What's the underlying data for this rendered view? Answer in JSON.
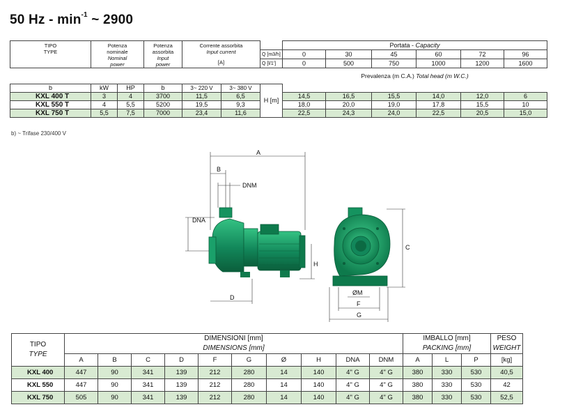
{
  "title": {
    "main": "50 Hz - min",
    "sup": "-1",
    "tail": " ~ 2900"
  },
  "perf_table": {
    "tipo": "TIPO",
    "type": "TYPE",
    "potenza_nominale": [
      "Potenza",
      "nominale"
    ],
    "nominal_power": [
      "Nominal",
      "power"
    ],
    "potenza_assorbita": [
      "Potenza",
      "assorbita"
    ],
    "input_power": [
      "Input",
      "power"
    ],
    "corrente": "Corrente assorbita",
    "input_current": "Input current",
    "amp_unit": "[A]",
    "portata": "Portata - ",
    "capacity": "Capacity",
    "q_m3h_label": "Q [m3/h]",
    "q_ls_label": "Q [l/1']",
    "q_m3h": [
      "0",
      "30",
      "45",
      "60",
      "72",
      "96"
    ],
    "q_ls": [
      "0",
      "500",
      "750",
      "1000",
      "1200",
      "1600"
    ],
    "prevalenza": "Prevalenza (m C.A.) ",
    "total_head": "Total head (m W.C.)",
    "units": {
      "b1": "b",
      "kw": "kW",
      "hp": "HP",
      "b2": "b",
      "v220": "3~ 220 V",
      "v380": "3~ 380 V"
    },
    "h_label": "H [m]",
    "rows": [
      {
        "model": "KXL 400 T",
        "kw": "3",
        "hp": "4",
        "power": "3700",
        "i220": "11,5",
        "i380": "6,5",
        "head": [
          "14,5",
          "16,5",
          "15,5",
          "14,0",
          "12,0",
          "6"
        ]
      },
      {
        "model": "KXL 550 T",
        "kw": "4",
        "hp": "5,5",
        "power": "5200",
        "i220": "19,5",
        "i380": "9,3",
        "head": [
          "18,0",
          "20,0",
          "19,0",
          "17,8",
          "15,5",
          "10"
        ]
      },
      {
        "model": "KXL 750 T",
        "kw": "5,5",
        "hp": "7,5",
        "power": "7000",
        "i220": "23,4",
        "i380": "11,6",
        "head": [
          "22,5",
          "24,3",
          "24,0",
          "22,5",
          "20,5",
          "15,0"
        ]
      }
    ],
    "note": "b) ~ Trifase 230/400 V"
  },
  "drawing_labels": {
    "A": "A",
    "B": "B",
    "DNM": "DNM",
    "DNA": "DNA",
    "H": "H",
    "D": "D",
    "C": "C",
    "OM": "ØM",
    "F": "F",
    "G": "G"
  },
  "colors": {
    "pump_green": "#1aa06a",
    "pump_dark": "#0c6a43",
    "band": "#d8ead2"
  },
  "dim_table": {
    "tipo": "TIPO",
    "type": "TYPE",
    "dim_it": "DIMENSIONI [mm]",
    "dim_en": "DIMENSIONS [mm]",
    "imb_it": "IMBALLO [mm]",
    "imb_en": "PACKING [mm]",
    "peso_it": "PESO",
    "peso_en": "WEIGHT",
    "columns": [
      "A",
      "B",
      "C",
      "D",
      "F",
      "G",
      "Ø",
      "H",
      "DNA",
      "DNM",
      "A",
      "L",
      "P",
      "[kg]"
    ],
    "rows": [
      {
        "model": "KXL 400",
        "values": [
          "447",
          "90",
          "341",
          "139",
          "212",
          "280",
          "14",
          "140",
          "4\" G",
          "4\" G",
          "380",
          "330",
          "530",
          "40,5"
        ]
      },
      {
        "model": "KXL 550",
        "values": [
          "447",
          "90",
          "341",
          "139",
          "212",
          "280",
          "14",
          "140",
          "4\" G",
          "4\" G",
          "380",
          "330",
          "530",
          "42"
        ]
      },
      {
        "model": "KXL 750",
        "values": [
          "505",
          "90",
          "341",
          "139",
          "212",
          "280",
          "14",
          "140",
          "4\" G",
          "4\" G",
          "380",
          "330",
          "530",
          "52,5"
        ]
      }
    ]
  }
}
